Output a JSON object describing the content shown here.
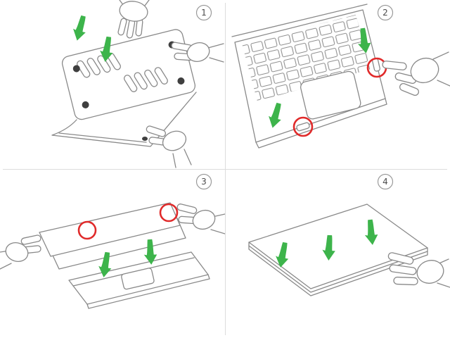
{
  "figure": {
    "kind": "instruction-diagram",
    "panels": 4
  },
  "colors": {
    "line": "#898989",
    "arrow_green": "#3db44b",
    "highlight_red": "#e02a2a",
    "foot_dot": "#3f3f3f",
    "divider": "#dcdcdc",
    "badge_stroke": "#9a9a9a",
    "badge_text": "#4b4b4b",
    "background": "#ffffff"
  },
  "markers": {
    "direction_arrow": "green-arrow-icon",
    "clip_point": "red-circle-marker"
  },
  "steps": [
    {
      "number": "1",
      "depicts": "snap-bottom-case-onto-laptop"
    },
    {
      "number": "2",
      "depicts": "clip-case-edge-at-marked-points"
    },
    {
      "number": "3",
      "depicts": "lower-top-cover-onto-screen-lid"
    },
    {
      "number": "4",
      "depicts": "press-cover-down-to-lock"
    }
  ]
}
